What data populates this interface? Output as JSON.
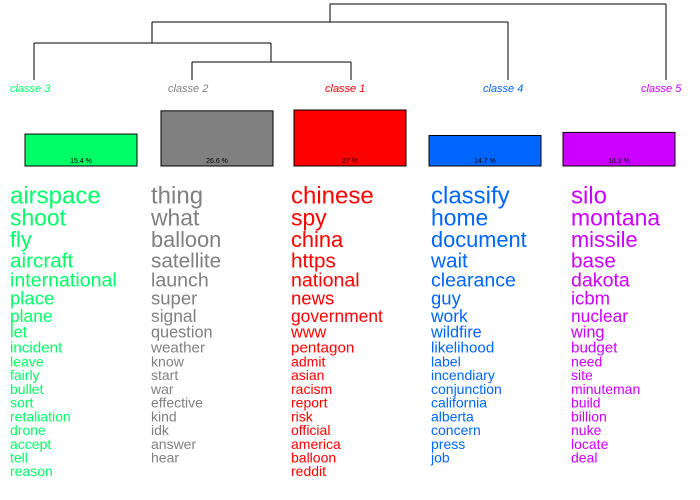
{
  "chart_data": {
    "type": "bar",
    "dendrogram": {
      "merges": [
        {
          "left": "classe 2",
          "right": "classe 1"
        },
        {
          "left": "classe 3",
          "right": "classe 2 + classe 1"
        },
        {
          "left": "classe 3 + classe 2 + classe 1",
          "right": "classe 4"
        },
        {
          "left": "classe 3 + classe 2 + classe 1 + classe 4",
          "right": "classe 5"
        }
      ]
    },
    "classes": [
      {
        "label": "classe  3",
        "percent": 15.4,
        "percent_label": "15.4 %",
        "color": "#00ff66",
        "words": [
          "airspace",
          "shoot",
          "fly",
          "aircraft",
          "international",
          "place",
          "plane",
          "let",
          "incident",
          "leave",
          "fairly",
          "bullet",
          "sort",
          "retaliation",
          "drone",
          "accept",
          "tell",
          "reason"
        ]
      },
      {
        "label": "classe  2",
        "percent": 26.6,
        "percent_label": "26.6 %",
        "color": "#808080",
        "words": [
          "thing",
          "what",
          "balloon",
          "satellite",
          "launch",
          "super",
          "signal",
          "question",
          "weather",
          "know",
          "start",
          "war",
          "effective",
          "kind",
          "idk",
          "answer",
          "hear"
        ]
      },
      {
        "label": "classe  1",
        "percent": 27.0,
        "percent_label": "27 %",
        "color": "#ff0000",
        "words": [
          "chinese",
          "spy",
          "china",
          "https",
          "national",
          "news",
          "government",
          "www",
          "pentagon",
          "admit",
          "asian",
          "racism",
          "report",
          "risk",
          "official",
          "america",
          "balloon",
          "reddit"
        ]
      },
      {
        "label": "classe  4",
        "percent": 14.7,
        "percent_label": "14.7 %",
        "color": "#0066ff",
        "words": [
          "classify",
          "home",
          "document",
          "wait",
          "clearance",
          "guy",
          "work",
          "wildfire",
          "likelihood",
          "label",
          "incendiary",
          "conjunction",
          "california",
          "alberta",
          "concern",
          "press",
          "job"
        ]
      },
      {
        "label": "classe  5",
        "percent": 16.2,
        "percent_label": "16.2 %",
        "color": "#cc00ff",
        "words": [
          "silo",
          "montana",
          "missile",
          "base",
          "dakota",
          "icbm",
          "nuclear",
          "wing",
          "budget",
          "need",
          "site",
          "minuteman",
          "build",
          "billion",
          "nuke",
          "locate",
          "deal"
        ]
      }
    ]
  }
}
